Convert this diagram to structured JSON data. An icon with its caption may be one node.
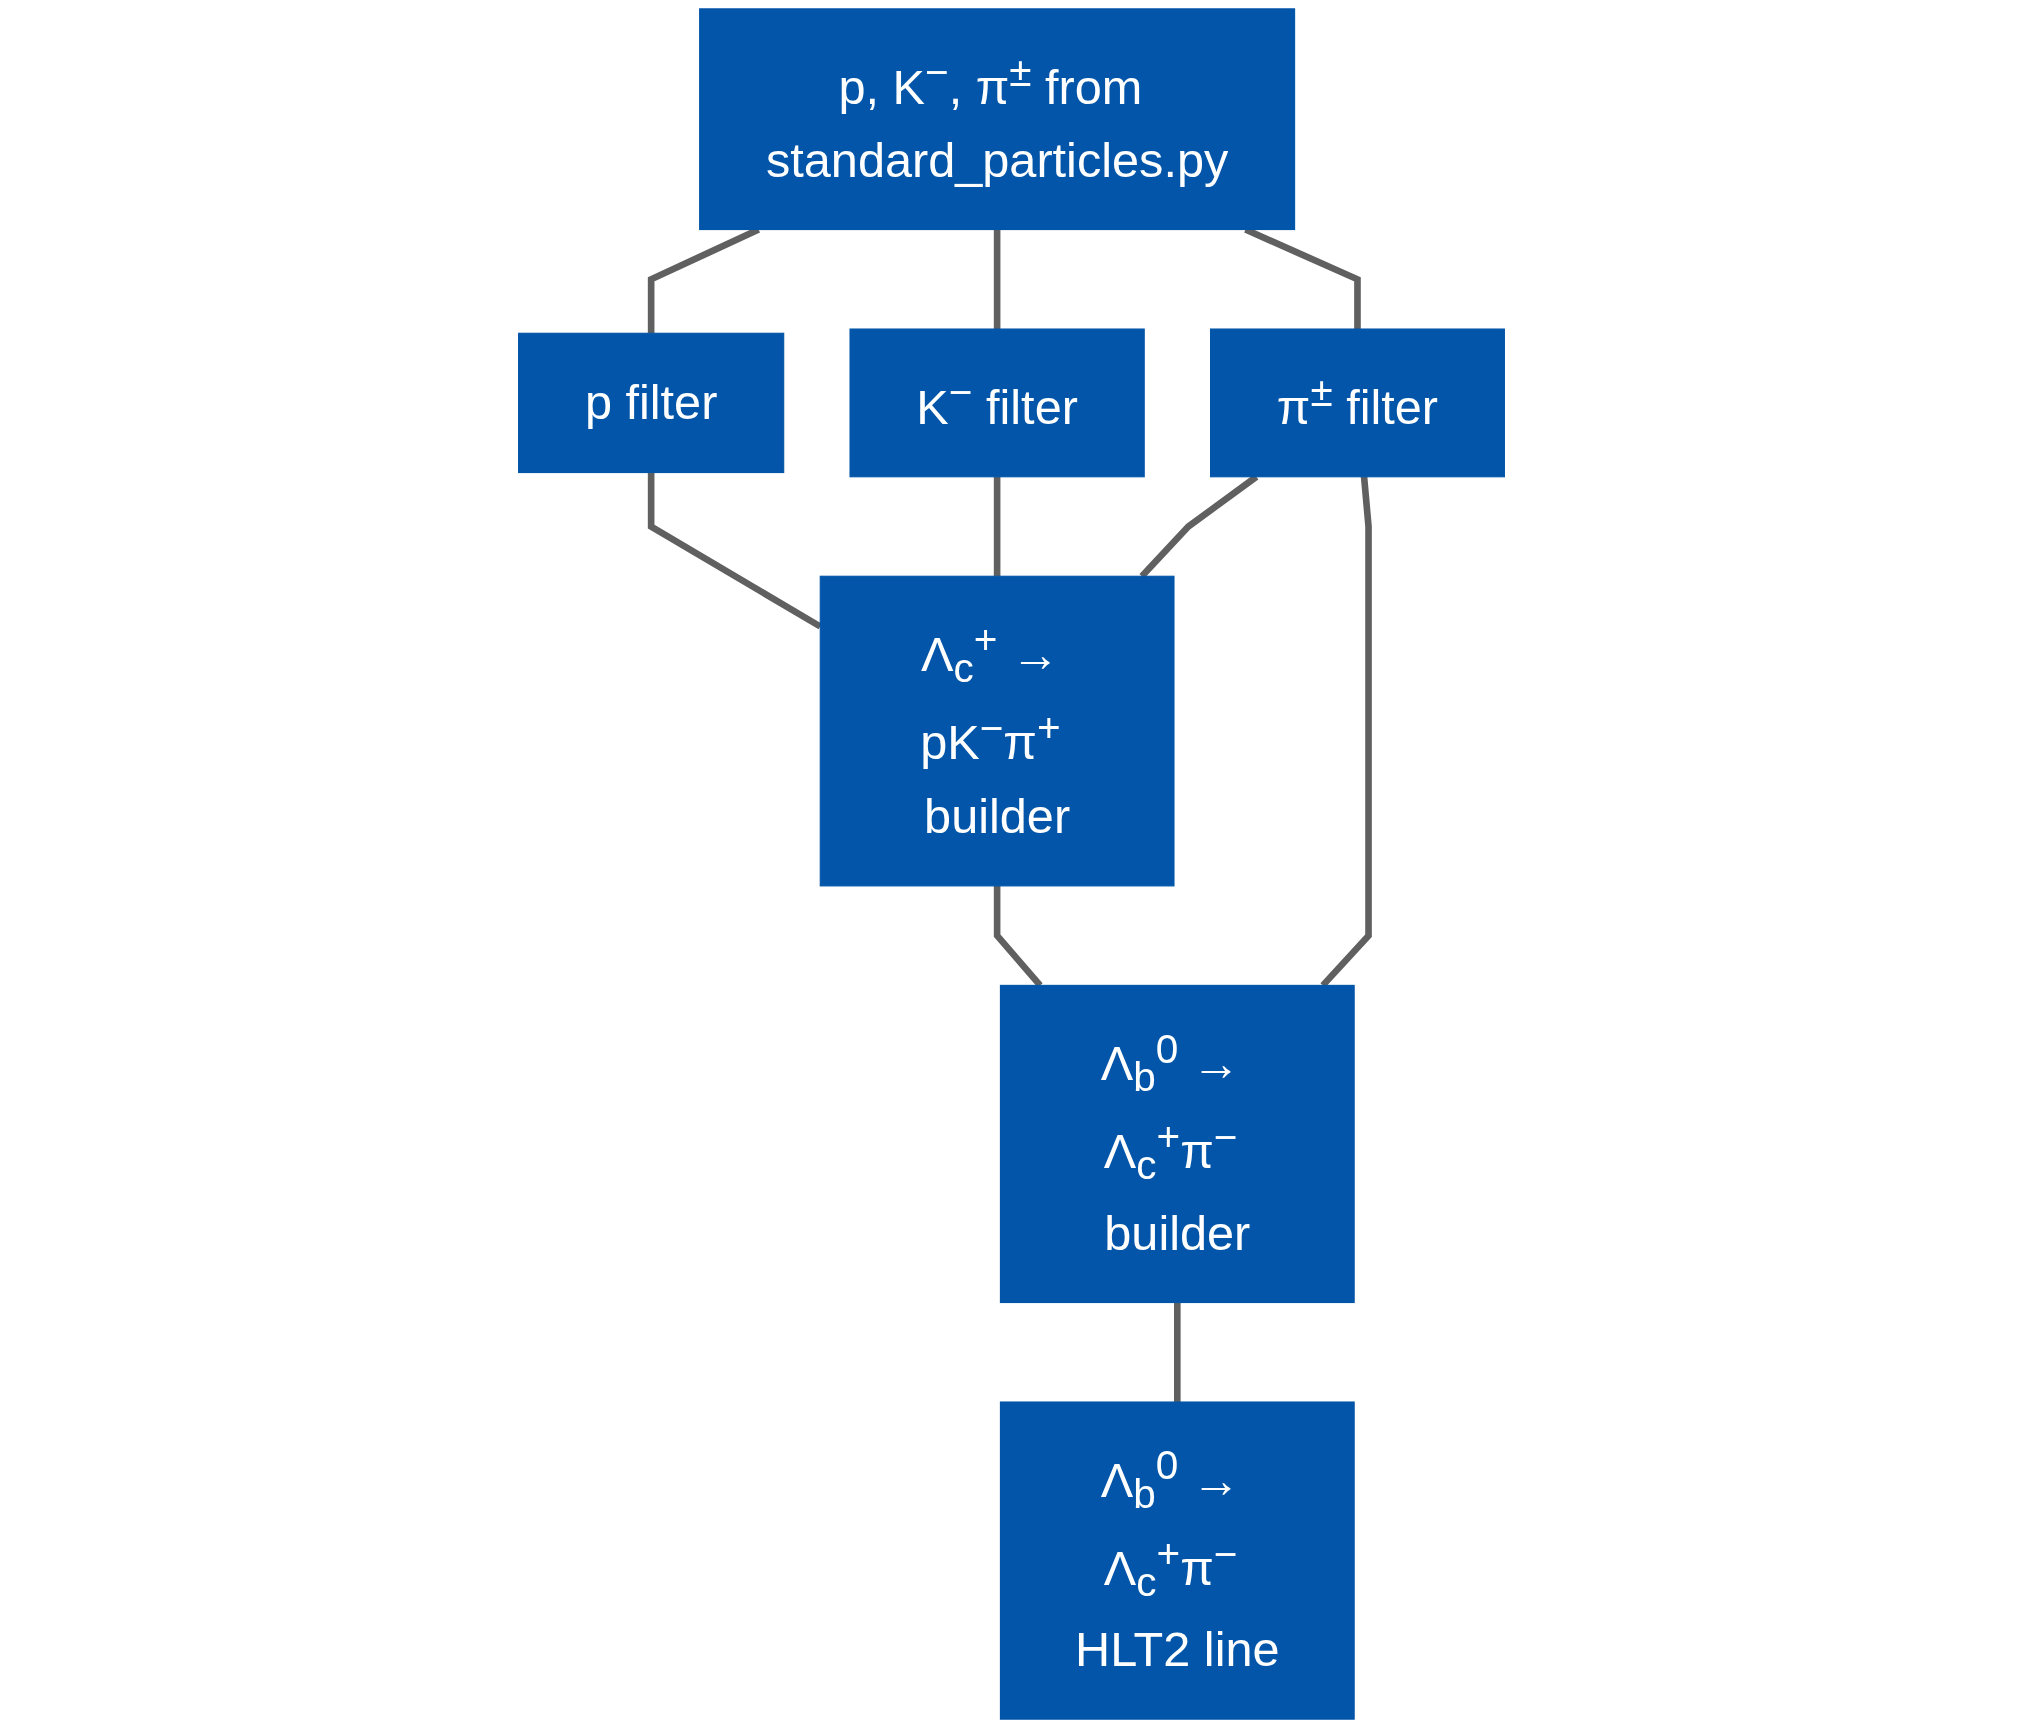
{
  "diagram": {
    "nodes": [
      {
        "text": [
          "p, K$^{−}$, π$^{±}$ from standard_particles.py"
        ]
      },
      {
        "text": [
          "p filter"
        ]
      },
      {
        "text": [
          "K$^{−}$ filter"
        ]
      },
      {
        "text": [
          "π$^{±}$ filter"
        ]
      },
      {
        "text": [
          "Λ$_{c}$$^{+}$ → pK$^{−}$π$^{+}$ builder"
        ]
      },
      {
        "text": [
          "Λ$_{b}$$^{0}$ → Λ$_{c}$$^{+}$π$^{−}$ builder"
        ]
      },
      {
        "text": [
          "Λ$_{b}$$^{0}$ → Λ$_{c}$$^{+}$π$^{−}$ HLT2 line"
        ]
      }
    ],
    "edges": [
      {
        "from": 0,
        "to": 1,
        "arrow": "none"
      },
      {
        "from": 0,
        "to": 2,
        "arrow": "none"
      },
      {
        "from": 0,
        "to": 3,
        "arrow": "none"
      },
      {
        "from": 1,
        "to": 4,
        "arrow": "none"
      },
      {
        "from": 2,
        "to": 4,
        "arrow": "none"
      },
      {
        "from": 3,
        "to": 4,
        "arrow": "none"
      },
      {
        "from": 3,
        "to": 5,
        "arrow": "none"
      },
      {
        "from": 4,
        "to": 5,
        "arrow": "none"
      },
      {
        "from": 5,
        "to": 6,
        "arrow": "none"
      }
    ]
  }
}
